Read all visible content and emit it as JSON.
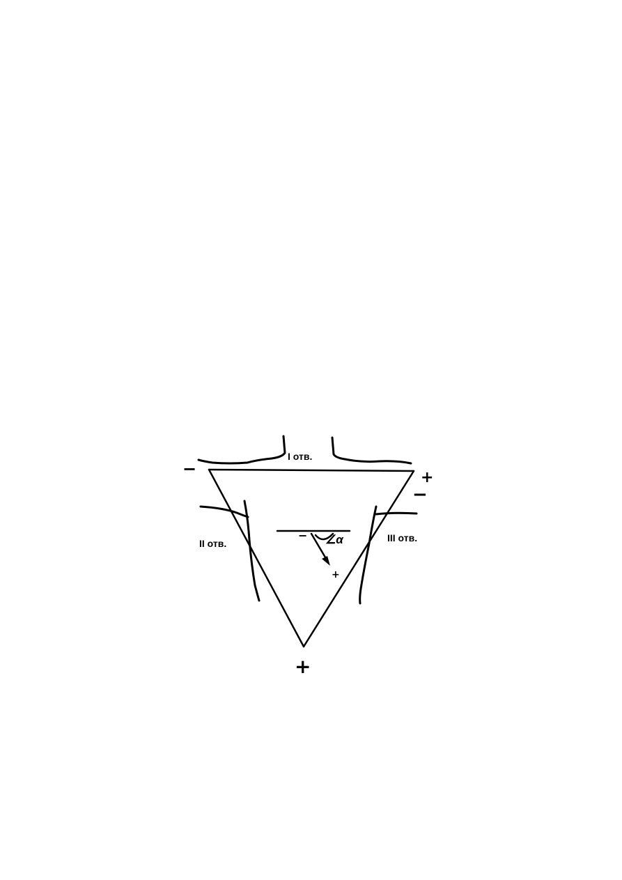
{
  "leads": {
    "lead_1": "I отв.",
    "lead_2": "II отв.",
    "lead_3": "III отв."
  },
  "polarity": {
    "top_left": "−",
    "top_right_plus": "+",
    "top_right_minus": "−",
    "bottom": "+"
  },
  "axis": {
    "origin_sign": "−",
    "end_sign": "+",
    "angle_label": "∠α"
  },
  "colors": {
    "ink": "#000000",
    "background": "#ffffff"
  }
}
